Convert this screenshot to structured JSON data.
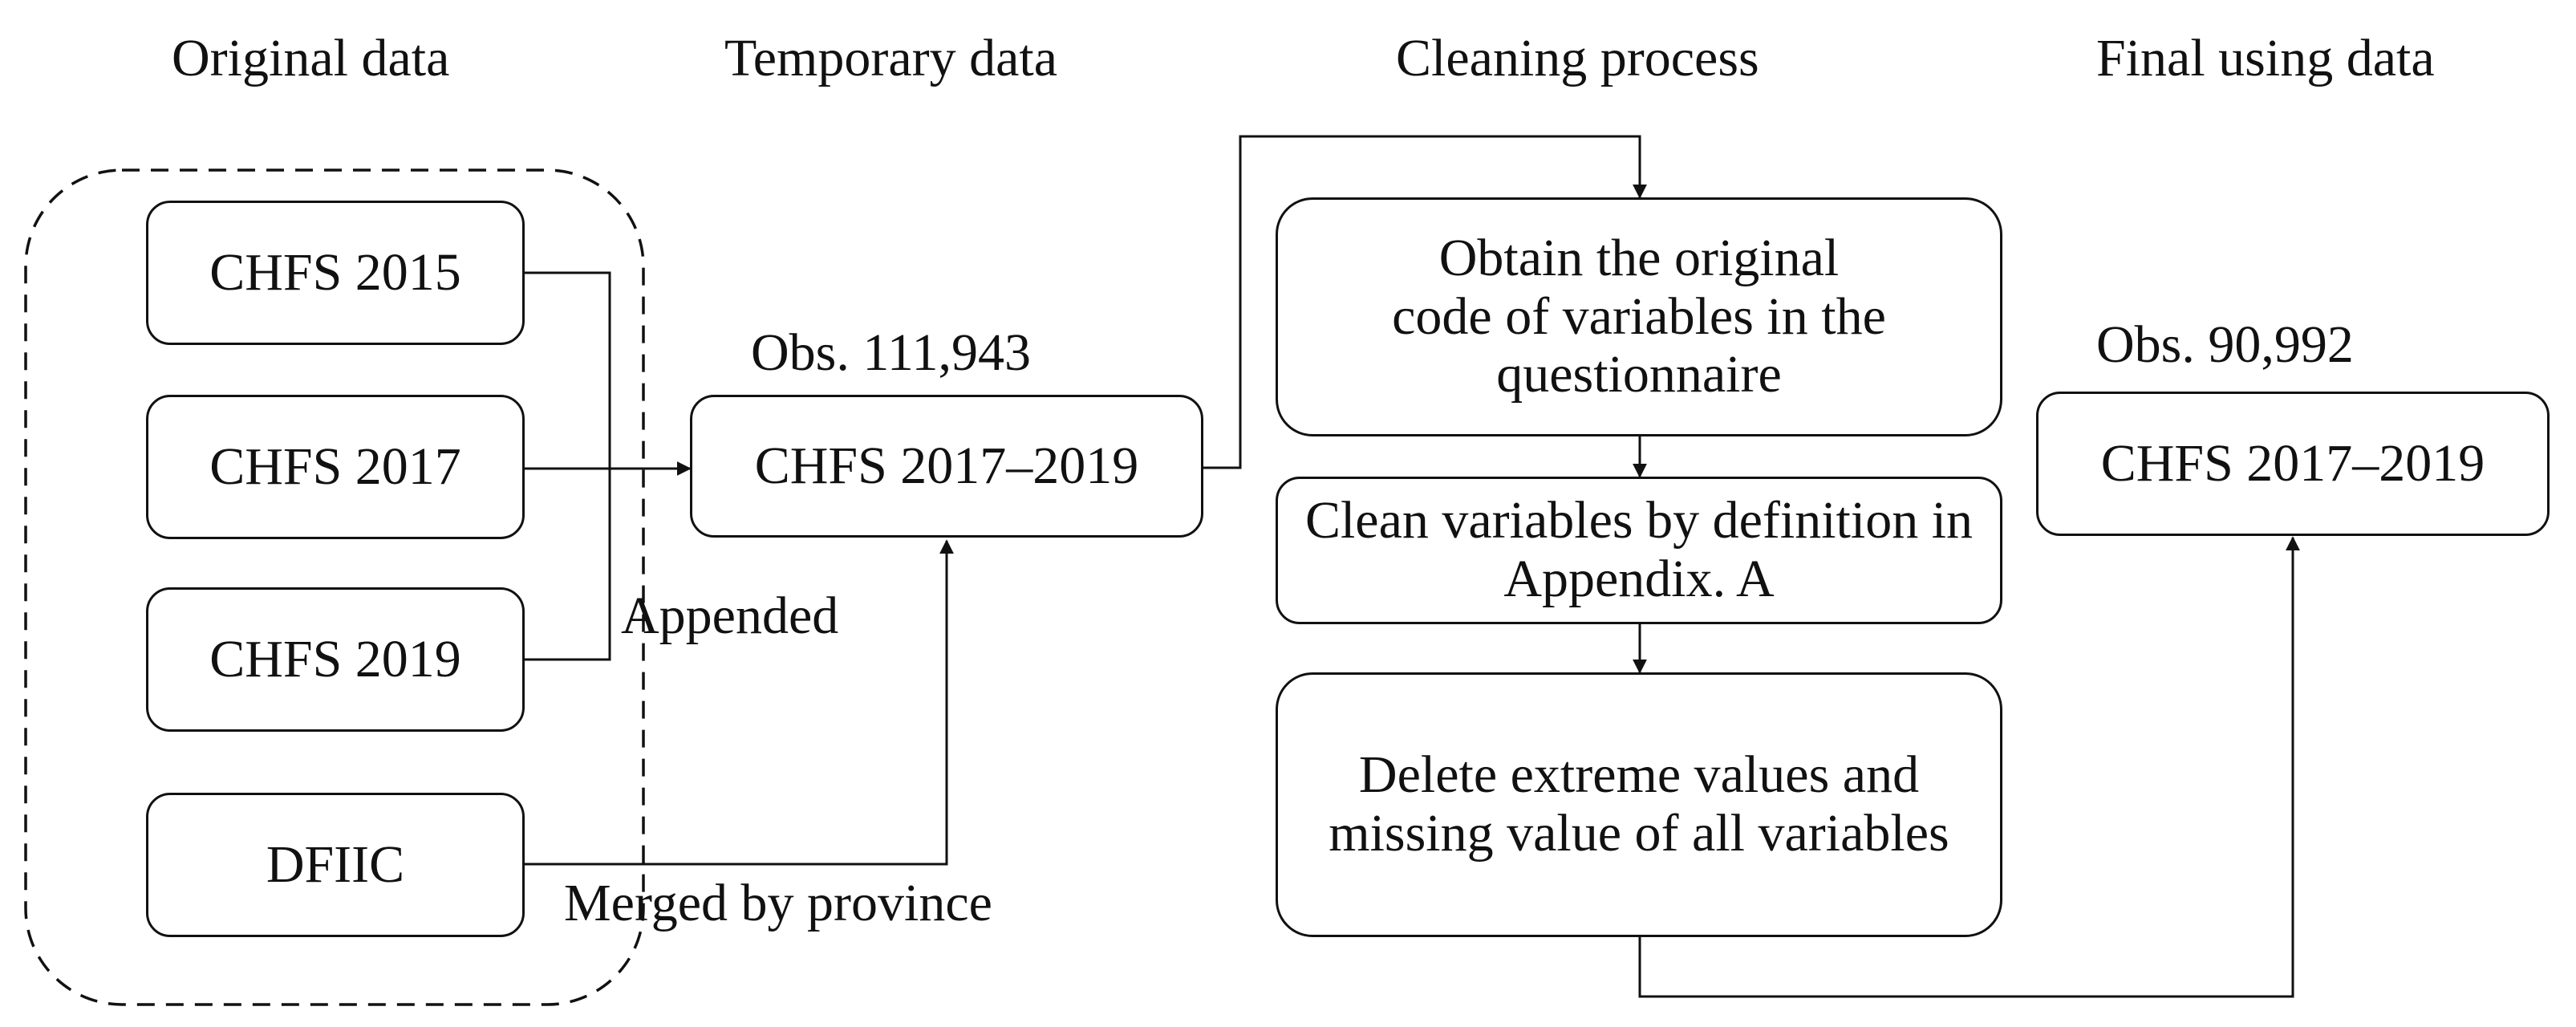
{
  "headings": {
    "original": "Original data",
    "temporary": "Temporary data",
    "cleaning": "Cleaning process",
    "final": "Final using data"
  },
  "sources": [
    "CHFS 2015",
    "CHFS 2017",
    "CHFS 2019",
    "DFIIC"
  ],
  "temporary_box": {
    "obs": "Obs. 111,943",
    "label": "CHFS 2017–2019"
  },
  "steps": [
    "Obtain the original code of variables in the questionnaire",
    "Clean variables by definition in Appendix. A",
    "Delete extreme values and missing value of all variables"
  ],
  "final_box": {
    "obs": "Obs. 90,992",
    "label": "CHFS 2017–2019"
  },
  "annotations": {
    "appended": "Appended",
    "merged": "Merged by province"
  },
  "colors": {
    "line": "#111111",
    "background": "#ffffff"
  }
}
